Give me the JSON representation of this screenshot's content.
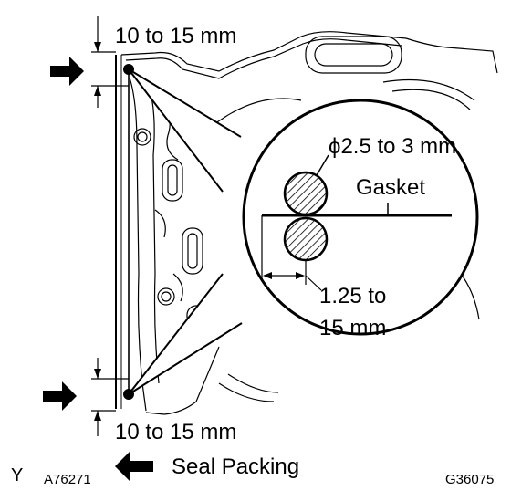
{
  "labels": {
    "top_dim": "10 to 15 mm",
    "bottom_dim": "10 to 15 mm",
    "diameter": "ϕ2.5 to 3 mm",
    "gasket": "Gasket",
    "offset_line1": "1.25 to",
    "offset_line2": "15 mm",
    "seal_packing": "Seal Packing",
    "corner_mark": "Y",
    "code_left": "A76271",
    "code_right": "G36075"
  },
  "colors": {
    "ink": "#000000",
    "paper": "#ffffff"
  },
  "icons": {
    "arrows": "solid-right-arrow",
    "legend_arrow": "solid-left-arrow"
  }
}
